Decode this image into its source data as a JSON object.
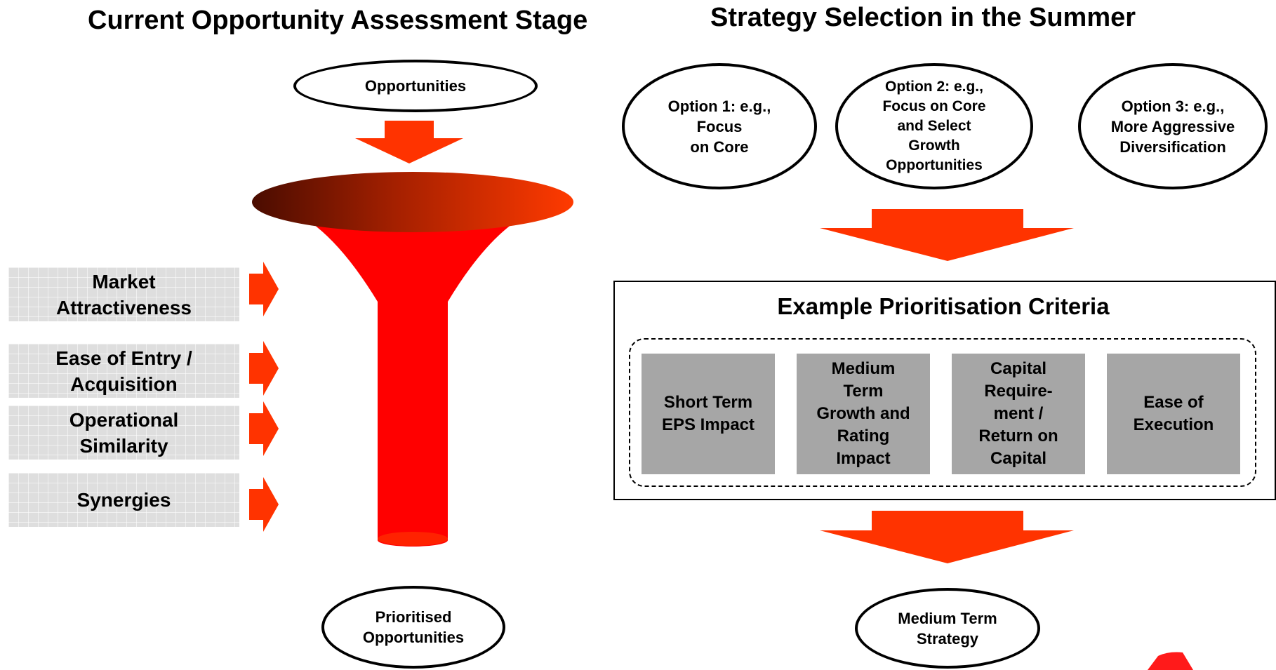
{
  "left_title": "Current Opportunity Assessment Stage",
  "right_title": "Strategy Selection in the Summer",
  "funnel": {
    "input_label": "Opportunities",
    "output_label": "Prioritised\nOpportunities",
    "criteria": [
      "Market\nAttractiveness",
      "Ease of Entry /\nAcquisition",
      "Operational\nSimilarity",
      "Synergies"
    ]
  },
  "options": [
    "Option 1: e.g.,\nFocus\non Core",
    "Option 2: e.g.,\nFocus on Core\nand Select\nGrowth\nOpportunities",
    "Option 3: e.g.,\nMore Aggressive\nDiversification"
  ],
  "prioritisation": {
    "title": "Example Prioritisation Criteria",
    "criteria": [
      "Short Term\nEPS Impact",
      "Medium\nTerm\nGrowth and\nRating\nImpact",
      "Capital\nRequire-\nment /\nReturn on\nCapital",
      "Ease of\nExecution"
    ]
  },
  "result_label": "Medium Term\nStrategy",
  "colors": {
    "arrow": "#ff3300",
    "funnel": "#ff0000",
    "funnel_rim_dark": "#5a0f00",
    "criteria_box": "#dedede",
    "gray_box": "#a6a6a6"
  }
}
